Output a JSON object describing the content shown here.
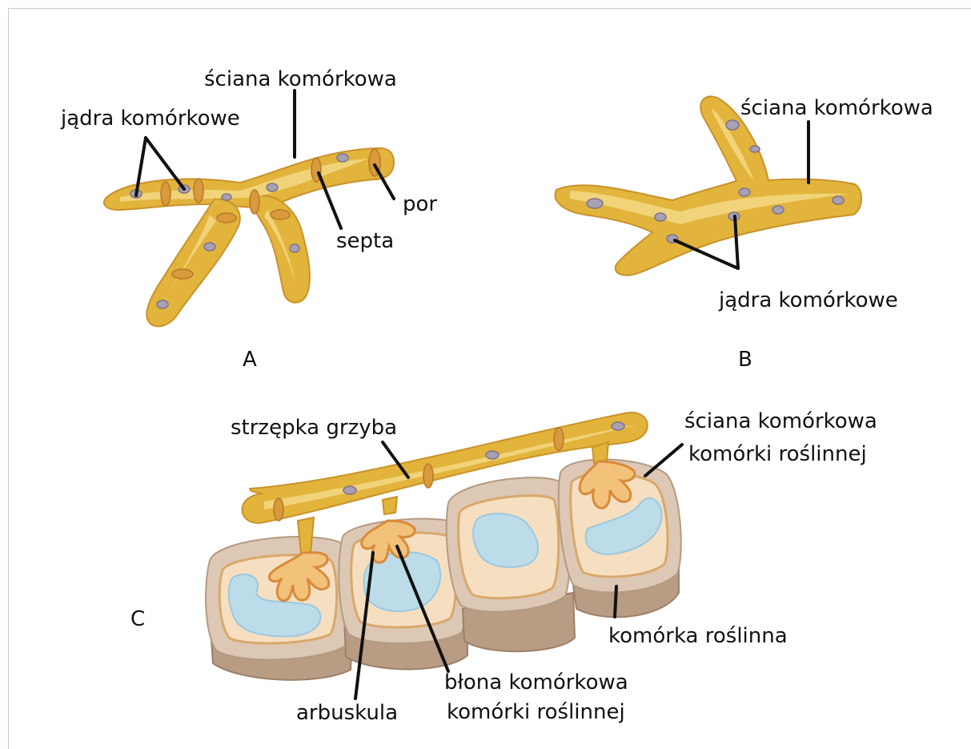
{
  "panels": {
    "a": {
      "letter": "A",
      "labels": {
        "nuclei": "jądra komórkowe",
        "cell_wall": "ściana komórkowa",
        "pore": "por",
        "septa": "septa"
      }
    },
    "b": {
      "letter": "B",
      "labels": {
        "cell_wall": "ściana komórkowa",
        "nuclei": "jądra komórkowe"
      }
    },
    "c": {
      "letter": "C",
      "labels": {
        "hypha": "strzępka grzyba",
        "plant_wall_line1": "ściana komórkowa",
        "plant_wall_line2": "komórki roślinnej",
        "plant_cell": "komórka roślinna",
        "arbuscule": "arbuskula",
        "membrane_line1": "błona komórkowa",
        "membrane_line2": "komórki roślinnej"
      }
    }
  },
  "colors": {
    "hypha": "#e2b43c",
    "nucleus": "#a9a0b2",
    "plant_wall": "#dcc8b4",
    "cytoplasm": "#f6dfc1",
    "vacuole": "#bcdcea",
    "arbuscule": "#f2c27a"
  }
}
